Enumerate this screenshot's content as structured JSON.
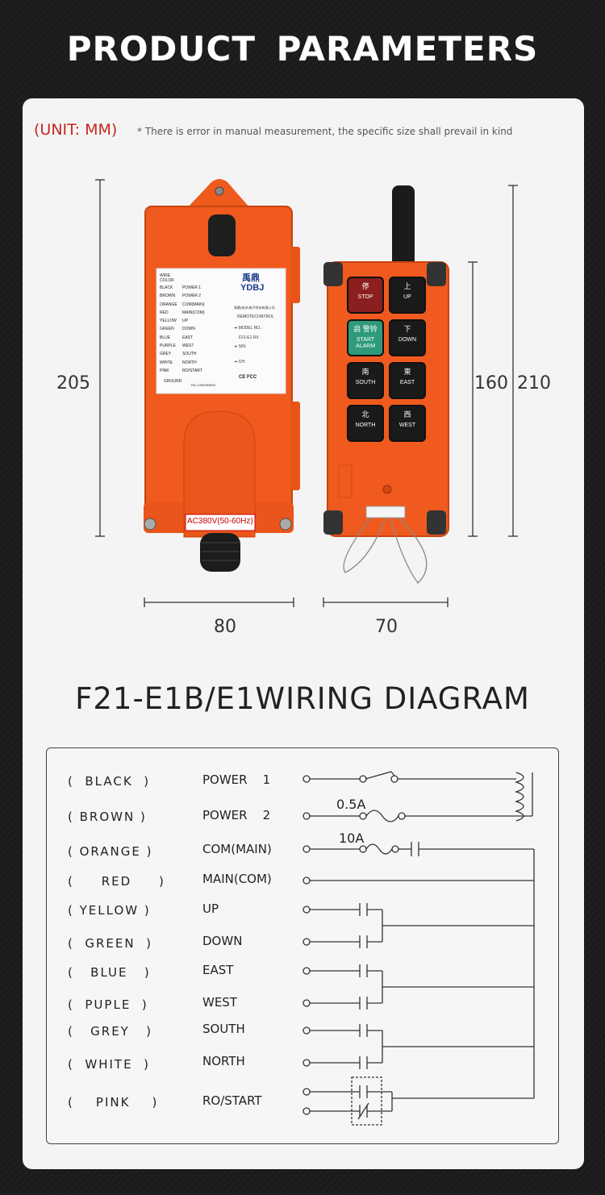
{
  "header": {
    "title": "PRODUCT  PARAMETERS"
  },
  "dimensions": {
    "unit_label": "(UNIT: MM)",
    "note": "* There is error in manual measurement, the specific size shall prevail in kind",
    "receiver_height": "205",
    "receiver_width": "80",
    "transmitter_body_height": "160",
    "transmitter_total_height": "210",
    "transmitter_width": "70"
  },
  "receiver": {
    "brand_cn": "禹鼎",
    "brand": "YDBJ",
    "company_cn": "禹鼎(杭州)电子科技有限公司",
    "remote_label": "REMOTECONTROL",
    "wire_color_header": "WIRE COLOR",
    "label_colors": [
      "BLACK",
      "BROWN",
      "ORANGE",
      "RED",
      "YELLOW",
      "GREEN",
      "BLUE",
      "PURPLE",
      "GREY",
      "WHITE",
      "PINK"
    ],
    "label_funcs": [
      "POWER 1",
      "POWER 2",
      "COM(MAIN)",
      "MAIN(COM)",
      "UP",
      "DOWN",
      "EAST",
      "WEST",
      "SOUTH",
      "NORTH",
      "RO/START"
    ],
    "model_no": "➔ MODEL NO.:",
    "model": "F21-E1 RX",
    "sn": "➔ S/N:",
    "ch": "➔ CH:",
    "ground": "GROUND",
    "ground_wire": "YELLOWGREEN",
    "cert": "CE  FCC",
    "voltage": "AC380V(50-60Hz)"
  },
  "transmitter": {
    "buttons": [
      {
        "cn": "停",
        "en": "STOP",
        "color": "#8b1e1e"
      },
      {
        "cn": "上",
        "en": "UP",
        "color": "#1a1a1a"
      },
      {
        "cn": "启 警铃",
        "en": "START ALARM",
        "color": "#2e9a7a"
      },
      {
        "cn": "下",
        "en": "DOWN",
        "color": "#1a1a1a"
      },
      {
        "cn": "南",
        "en": "SOUTH",
        "color": "#1a1a1a"
      },
      {
        "cn": "東",
        "en": "EAST",
        "color": "#1a1a1a"
      },
      {
        "cn": "北",
        "en": "NORTH",
        "color": "#1a1a1a"
      },
      {
        "cn": "西",
        "en": "WEST",
        "color": "#1a1a1a"
      }
    ]
  },
  "wiring": {
    "title": "F21-E1B/E1WIRING DIAGRAM",
    "fuse_small": "0.5A",
    "fuse_large": "10A",
    "rows": [
      {
        "color": "(  BLACK  )",
        "func": "POWER    1"
      },
      {
        "color": "( BROWN )",
        "func": "POWER    2"
      },
      {
        "color": "( ORANGE )",
        "func": "COM(MAIN)"
      },
      {
        "color": "(     RED     )",
        "func": "MAIN(COM)"
      },
      {
        "color": "( YELLOW )",
        "func": "UP"
      },
      {
        "color": "(  GREEN  )",
        "func": "DOWN"
      },
      {
        "color": "(   BLUE   )",
        "func": "EAST"
      },
      {
        "color": "(  PUPLE  )",
        "func": "WEST"
      },
      {
        "color": "(   GREY   )",
        "func": "SOUTH"
      },
      {
        "color": "(  WHITE  )",
        "func": "NORTH"
      },
      {
        "color": "(    PINK    )",
        "func": "RO/START"
      }
    ]
  },
  "colors": {
    "accent_red": "#c4271f",
    "device_orange": "#f05a1e",
    "background": "#1b1b1b",
    "panel": "#f4f4f4"
  }
}
